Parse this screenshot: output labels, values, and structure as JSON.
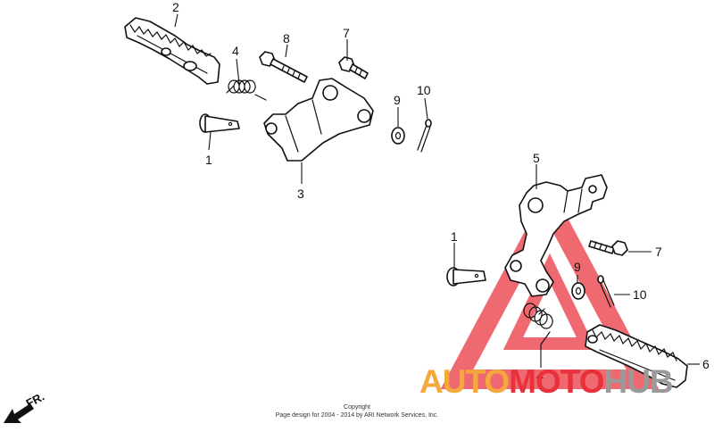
{
  "diagram": {
    "callouts": [
      {
        "id": "c2",
        "label": "2"
      },
      {
        "id": "c4a",
        "label": "4"
      },
      {
        "id": "c8",
        "label": "8"
      },
      {
        "id": "c7a",
        "label": "7"
      },
      {
        "id": "c9a",
        "label": "9"
      },
      {
        "id": "c10a",
        "label": "10"
      },
      {
        "id": "c1a",
        "label": "1"
      },
      {
        "id": "c3",
        "label": "3"
      },
      {
        "id": "c5",
        "label": "5"
      },
      {
        "id": "c1b",
        "label": "1"
      },
      {
        "id": "c7b",
        "label": "7"
      },
      {
        "id": "c9b",
        "label": "9"
      },
      {
        "id": "c10b",
        "label": "10"
      },
      {
        "id": "c4b",
        "label": "4"
      },
      {
        "id": "c6",
        "label": "6"
      }
    ],
    "direction_label": "FR.",
    "copyright_line1": "Copyright",
    "copyright_line2": "Page design for 2004 - 2014 by ARI Network Services, Inc."
  },
  "watermark": {
    "part1": "AUTO",
    "part2": "MOTO",
    "part3": "HUB",
    "color_orange": "#f5a83c",
    "color_red": "#e8313a",
    "color_grey": "#9a9a9a"
  }
}
